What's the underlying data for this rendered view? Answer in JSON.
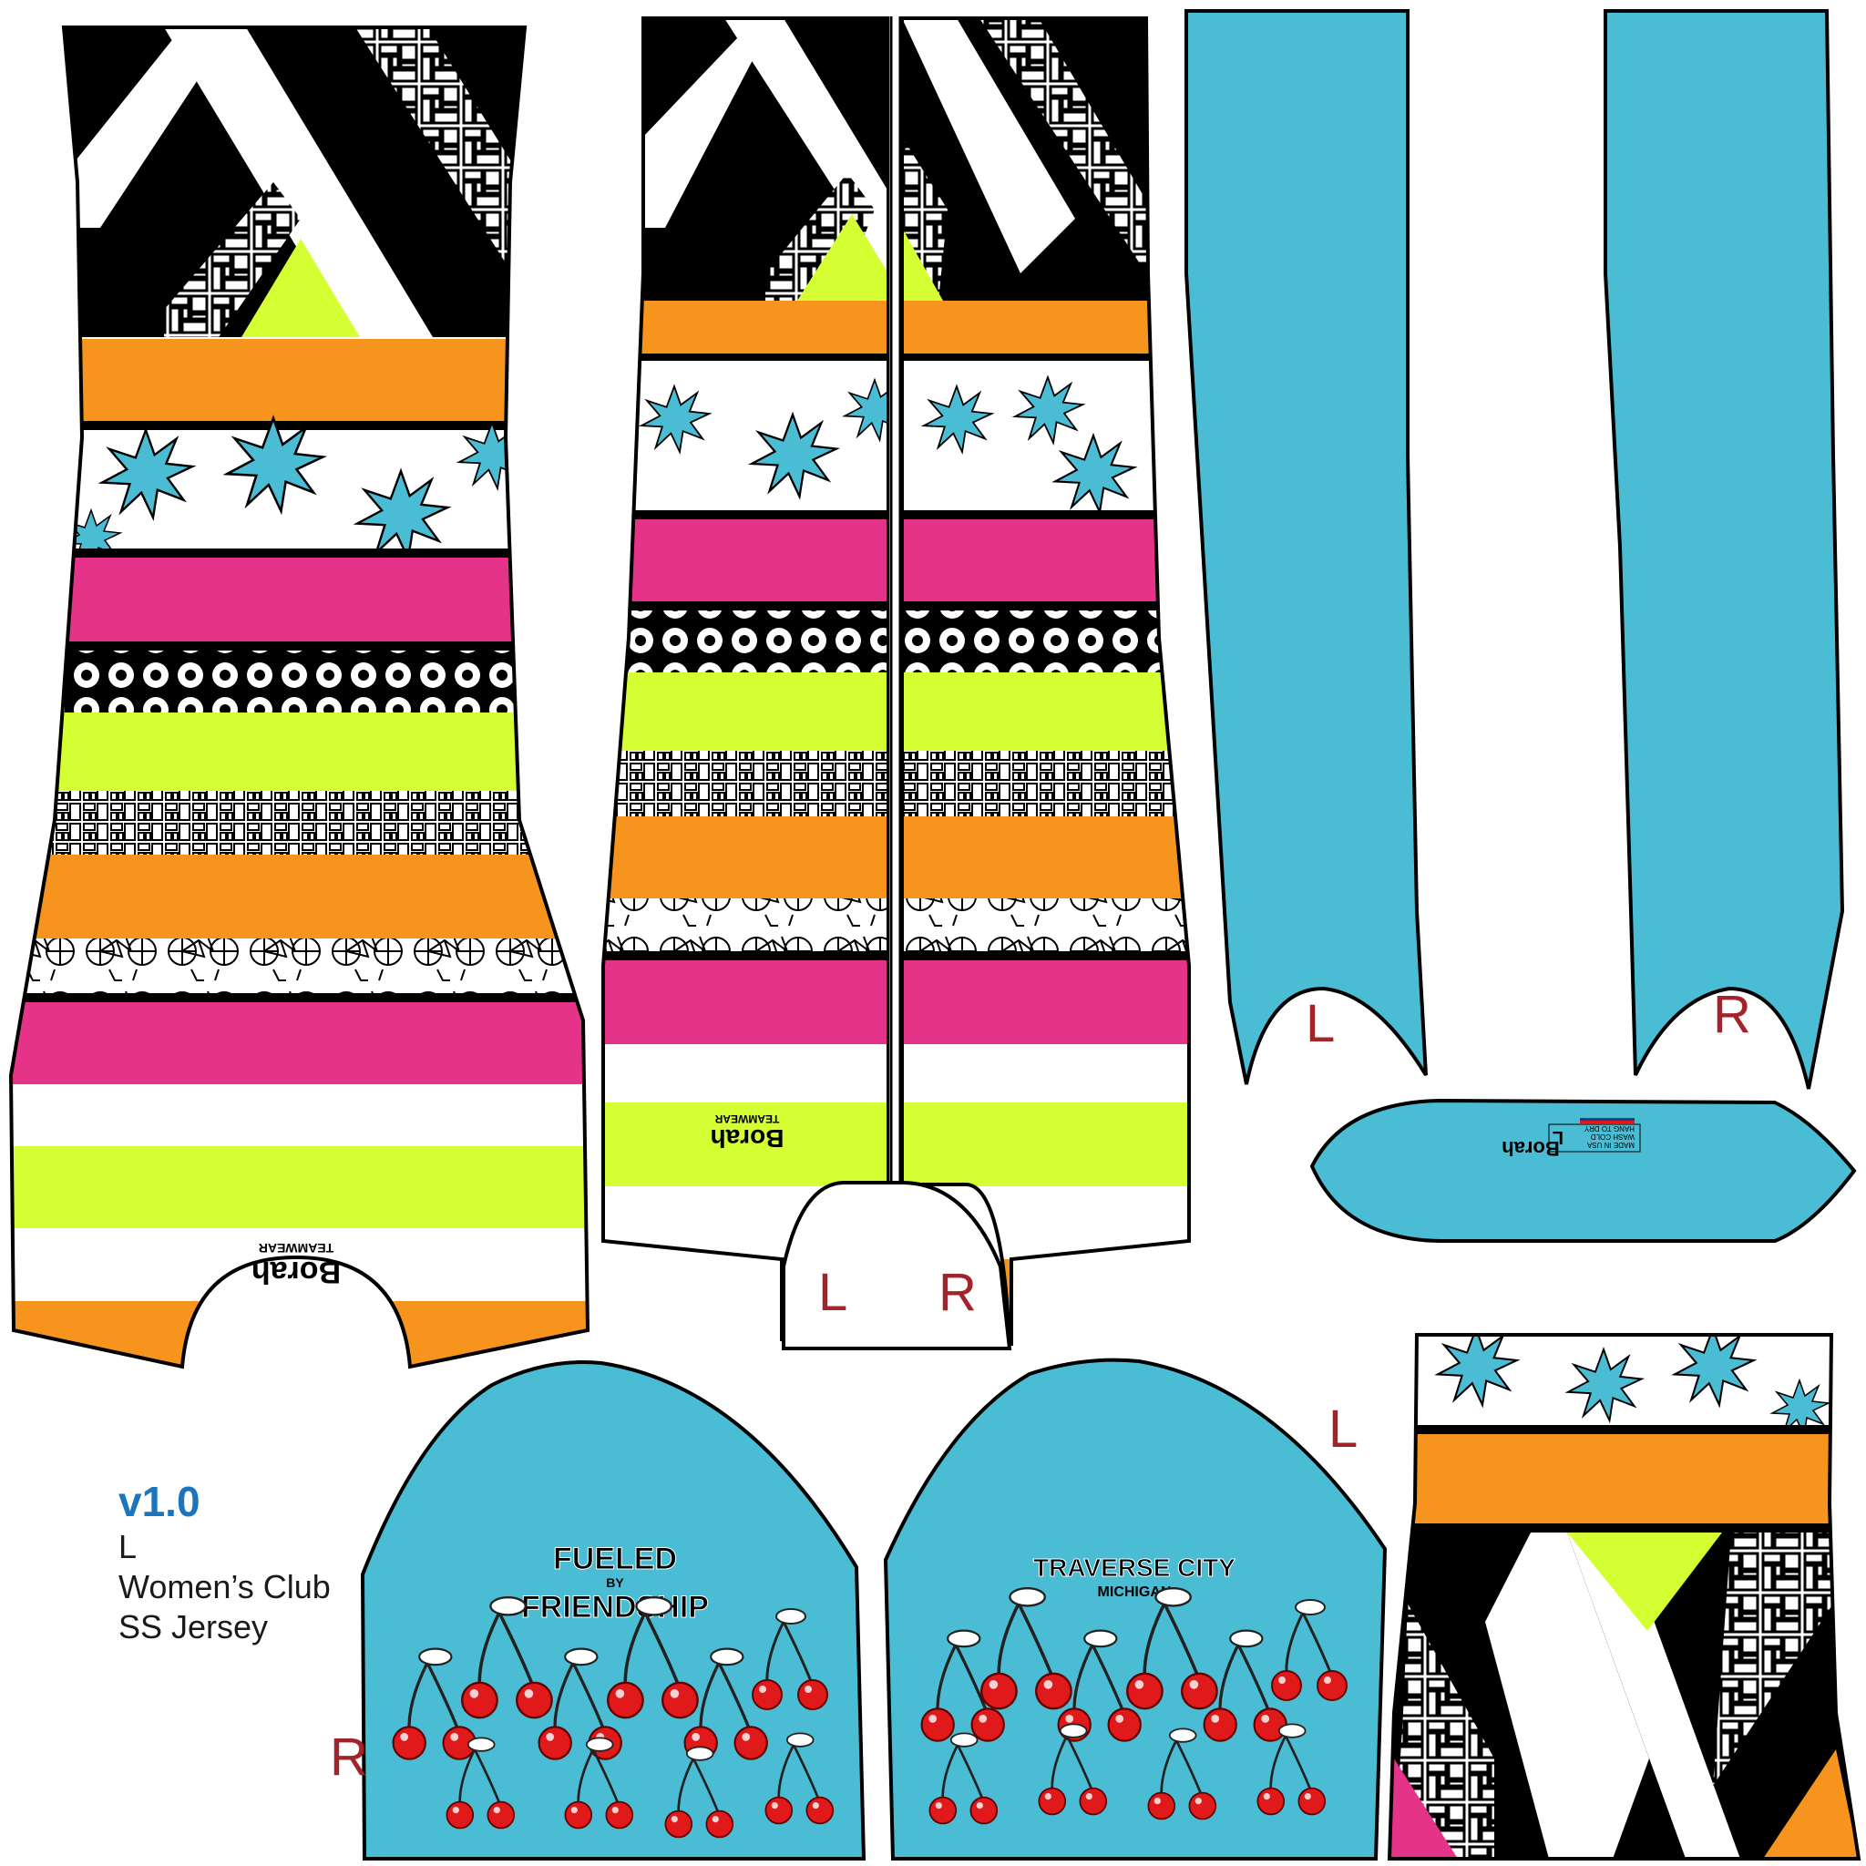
{
  "info": {
    "version": "v1.0",
    "size": "L",
    "line1": "Women’s Club",
    "line2": "SS Jersey"
  },
  "labels": {
    "left": "L",
    "right": "R"
  },
  "brand": {
    "name": "Borah",
    "sub": "TEAMWEAR"
  },
  "sleeve_right": {
    "line1": "FUELED",
    "line2": "BY",
    "line3": "FRIENDSHIP"
  },
  "sleeve_left": {
    "line1": "TRAVERSE CITY",
    "line2": "MICHIGAN"
  },
  "tag": {
    "line1": "MADE IN USA",
    "line2": "WASH COLD",
    "line3": "HANG TO DRY",
    "size": "L"
  },
  "colors": {
    "orange": "#f7941d",
    "pink": "#e5338a",
    "lime": "#d4ff33",
    "cyan": "#4abdd4",
    "black": "#000000",
    "white": "#ffffff",
    "label_red": "#a3232b",
    "version_blue": "#1b75bc",
    "cherry": "#e01a1a"
  }
}
